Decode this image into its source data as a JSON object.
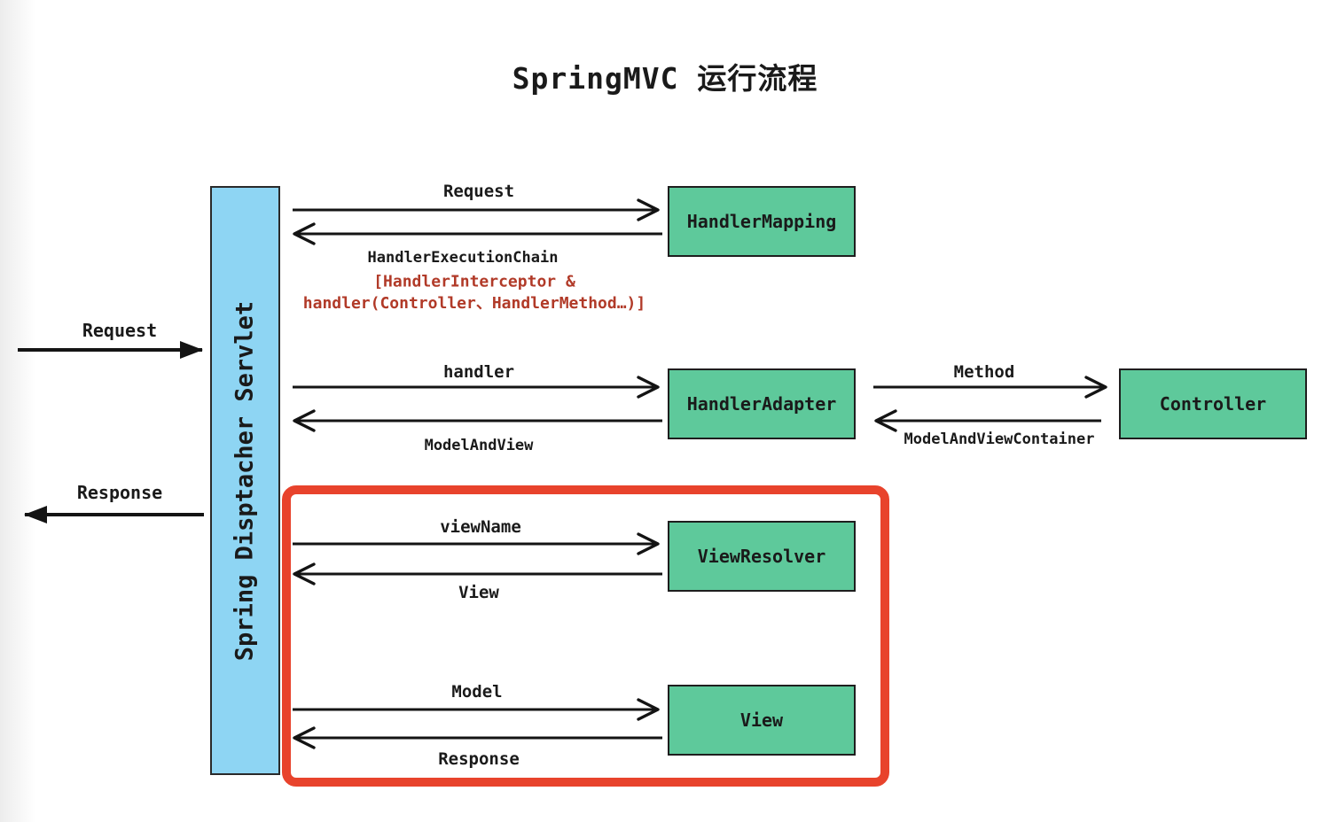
{
  "title": "SpringMVC 运行流程",
  "colors": {
    "node_fill": "#5ec99b",
    "servlet_fill": "#8ed5f3",
    "frame_red": "#e8432c",
    "note_red": "#b13a28",
    "ink": "#1a1a1a"
  },
  "servlet": {
    "label": "Spring Disptacher Servlet"
  },
  "nodes": {
    "handler_mapping": "HandlerMapping",
    "handler_adapter": "HandlerAdapter",
    "controller": "Controller",
    "view_resolver": "ViewResolver",
    "view": "View"
  },
  "left_flow": {
    "request": "Request",
    "response": "Response"
  },
  "edges": {
    "to_handler_mapping": "Request",
    "from_handler_mapping": "HandlerExecutionChain",
    "handler_chain_note_line1": "[HandlerInterceptor &",
    "handler_chain_note_line2": "handler(Controller、HandlerMethod…)]",
    "to_handler_adapter": "handler",
    "from_handler_adapter": "ModelAndView",
    "to_controller": "Method",
    "from_controller": "ModelAndViewContainer",
    "to_view_resolver": "viewName",
    "from_view_resolver": "View",
    "to_view": "Model",
    "from_view": "Response"
  }
}
